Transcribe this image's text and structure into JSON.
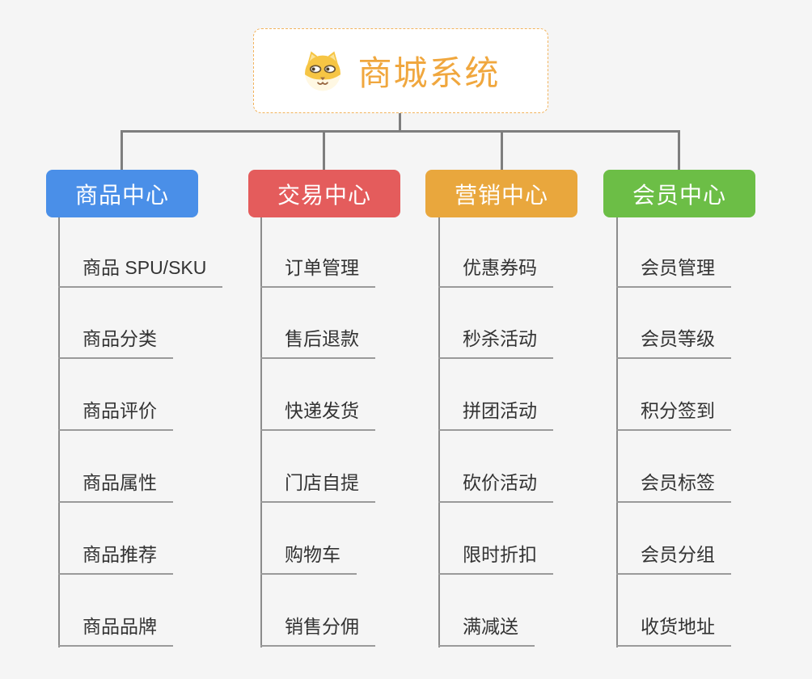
{
  "root": {
    "title": "商城系统",
    "icon": "dog-face-icon",
    "accent_color": "#F0A73E",
    "border_color": "#F2B35C"
  },
  "branches": [
    {
      "label": "商品中心",
      "color": "#4A8FE8",
      "children": [
        "商品 SPU/SKU",
        "商品分类",
        "商品评价",
        "商品属性",
        "商品推荐",
        "商品品牌"
      ]
    },
    {
      "label": "交易中心",
      "color": "#E45C5C",
      "children": [
        "订单管理",
        "售后退款",
        "快递发货",
        "门店自提",
        "购物车",
        "销售分佣"
      ]
    },
    {
      "label": "营销中心",
      "color": "#E9A73D",
      "children": [
        "优惠券码",
        "秒杀活动",
        "拼团活动",
        "砍价活动",
        "限时折扣",
        "满减送"
      ]
    },
    {
      "label": "会员中心",
      "color": "#6CBE46",
      "children": [
        "会员管理",
        "会员等级",
        "积分签到",
        "会员标签",
        "会员分组",
        "收货地址"
      ]
    }
  ],
  "colors": {
    "background": "#F5F5F5",
    "connector": "#7E7E7E",
    "underline": "#9A9A9A",
    "child_text": "#333333"
  }
}
